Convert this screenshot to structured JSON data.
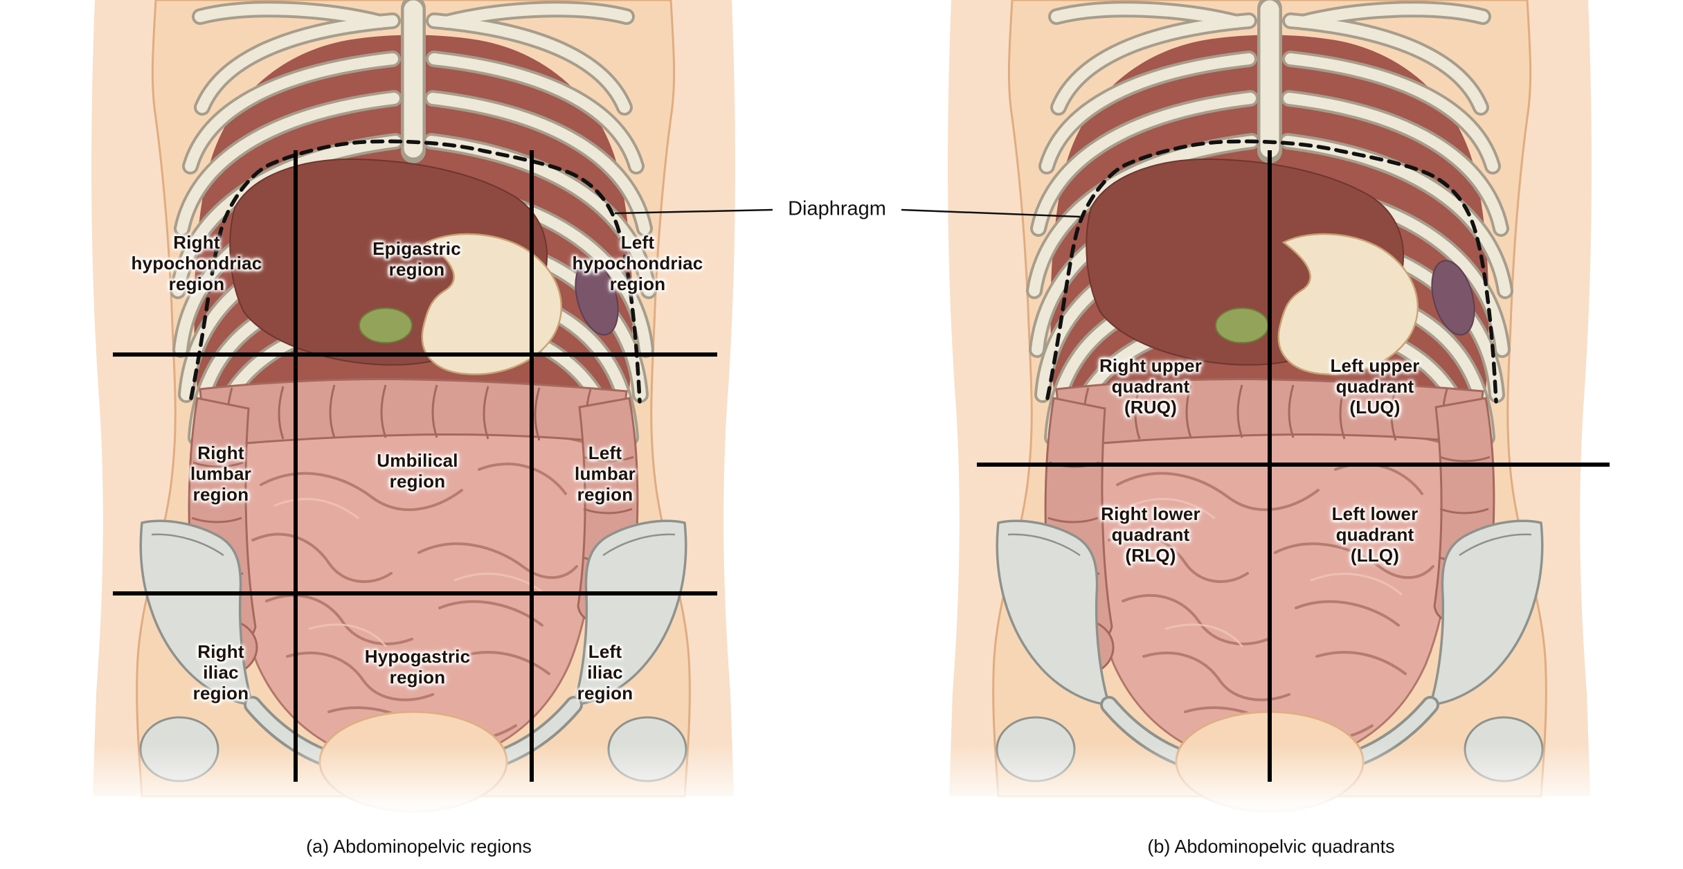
{
  "diaphragm_label": "Diaphragm",
  "figures": {
    "a": {
      "caption": "(a) Abdominopelvic regions",
      "regions": [
        {
          "id": "right-hypochondriac",
          "label": "Right\nhypochondriac\nregion"
        },
        {
          "id": "epigastric",
          "label": "Epigastric\nregion"
        },
        {
          "id": "left-hypochondriac",
          "label": "Left\nhypochondriac\nregion"
        },
        {
          "id": "right-lumbar",
          "label": "Right\nlumbar\nregion"
        },
        {
          "id": "umbilical",
          "label": "Umbilical\nregion"
        },
        {
          "id": "left-lumbar",
          "label": "Left\nlumbar\nregion"
        },
        {
          "id": "right-iliac",
          "label": "Right\niliac\nregion"
        },
        {
          "id": "hypogastric",
          "label": "Hypogastric\nregion"
        },
        {
          "id": "left-iliac",
          "label": "Left\niliac\nregion"
        }
      ]
    },
    "b": {
      "caption": "(b) Abdominopelvic quadrants",
      "quadrants": [
        {
          "id": "right-upper-quadrant",
          "label": "Right upper\nquadrant\n(RUQ)"
        },
        {
          "id": "left-upper-quadrant",
          "label": "Left upper\nquadrant\n(LUQ)"
        },
        {
          "id": "right-lower-quadrant",
          "label": "Right lower\nquadrant\n(RLQ)"
        },
        {
          "id": "left-lower-quadrant",
          "label": "Left lower\nquadrant\n(LLQ)"
        }
      ]
    }
  },
  "colors": {
    "skin": "#f7d6b6",
    "skin_outer": "#f9dfc8",
    "bone": "#eee8d9",
    "bone_outline": "#a79d8b",
    "thoracic_cavity": "#a3574d",
    "liver": "#8e4a41",
    "gallbladder": "#93a359",
    "spleen": "#7b566b",
    "stomach": "#f1e2c8",
    "colon": "#d89e93",
    "small_intestine": "#e4aca1",
    "pelvis": "#dcded9",
    "pelvis_outline": "#8f928c",
    "divider_line": "#000000"
  }
}
